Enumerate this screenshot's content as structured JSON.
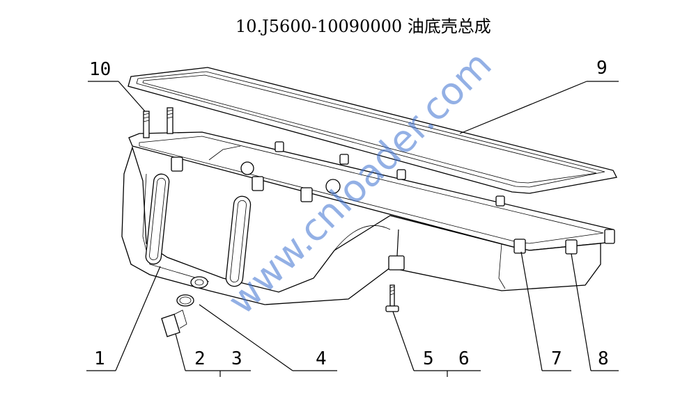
{
  "title": "10.J5600-10090000   油底壳总成",
  "callouts": [
    "1",
    "2",
    "3",
    "4",
    "5",
    "6",
    "7",
    "8",
    "9",
    "10"
  ],
  "watermark": "www.cnloader.com"
}
